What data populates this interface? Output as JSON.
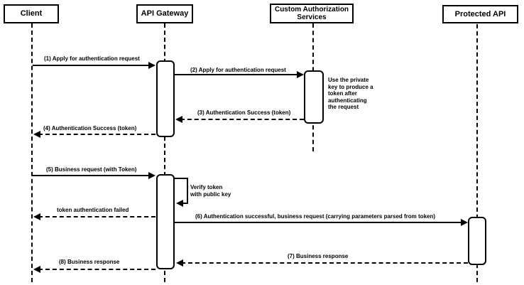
{
  "colors": {
    "line": "#000000",
    "fill": "#ffffff",
    "background": "#ffffff"
  },
  "actors": [
    {
      "id": "client",
      "label": "Client"
    },
    {
      "id": "api-gateway",
      "label": "API Gateway"
    },
    {
      "id": "custom-auth",
      "label": "Custom Authorization Services"
    },
    {
      "id": "protected-api",
      "label": "Protected API"
    }
  ],
  "messages": [
    {
      "label": "(1) Apply for authentication request",
      "from": "client",
      "to": "api-gateway",
      "style": "solid"
    },
    {
      "label": "(2) Apply for authentication request",
      "from": "api-gateway",
      "to": "custom-auth",
      "style": "solid"
    },
    {
      "label": "(3) Authentication Success (token)",
      "from": "custom-auth",
      "to": "api-gateway",
      "style": "dashed"
    },
    {
      "label": "(4) Authentication Success (token)",
      "from": "api-gateway",
      "to": "client",
      "style": "dashed"
    },
    {
      "label": "(5) Business request (with Token)",
      "from": "client",
      "to": "api-gateway",
      "style": "solid"
    },
    {
      "label": "Verify token\nwith public key",
      "from": "api-gateway",
      "to": "api-gateway",
      "style": "self-loop"
    },
    {
      "label": "token authentication failed",
      "from": "api-gateway",
      "to": "client",
      "style": "dashed"
    },
    {
      "label": "(6) Authentication successful, business request (carrying parameters parsed from token)",
      "from": "api-gateway",
      "to": "protected-api",
      "style": "solid"
    },
    {
      "label": "(7) Business response",
      "from": "protected-api",
      "to": "api-gateway",
      "style": "dashed"
    },
    {
      "label": "(8) Business response",
      "from": "api-gateway",
      "to": "client",
      "style": "dashed"
    }
  ],
  "notes": [
    {
      "label": "Use the private\nkey to produce a\ntoken after\nauthenticating\nthe request",
      "attached_to": "custom-auth"
    }
  ]
}
